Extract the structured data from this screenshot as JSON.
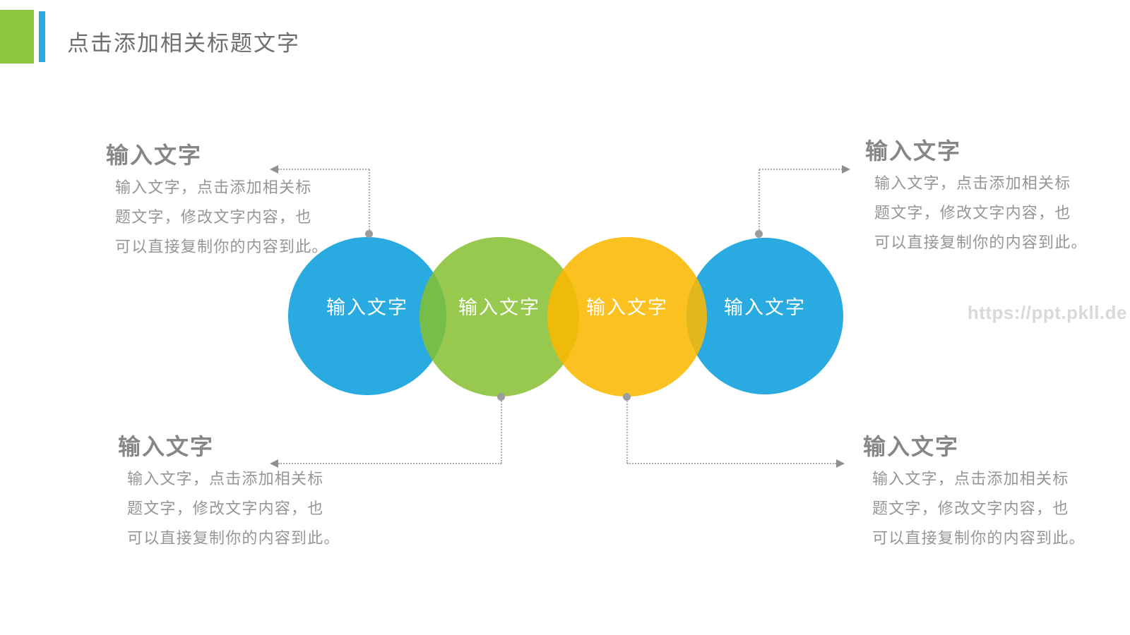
{
  "header": {
    "title": "点击添加相关标题文字"
  },
  "accents": {
    "green": "#8CC63F",
    "blue": "#29ABE2"
  },
  "watermark": "https://ppt.pkll.de",
  "circles": [
    {
      "label": "输入文字",
      "color": "#29ABE2"
    },
    {
      "label": "输入文字",
      "color": "#84C02F"
    },
    {
      "label": "输入文字",
      "color": "#FAB801"
    },
    {
      "label": "输入文字",
      "color": "#29ABE2"
    }
  ],
  "blocks": {
    "top_left": {
      "title": "输入文字",
      "lines": [
        "输入文字，点击添加相关标",
        "题文字，修改文字内容，也",
        "可以直接复制你的内容到此。"
      ]
    },
    "top_right": {
      "title": "输入文字",
      "lines": [
        "输入文字，点击添加相关标",
        "题文字，修改文字内容，也",
        "可以直接复制你的内容到此。"
      ]
    },
    "bottom_left": {
      "title": "输入文字",
      "lines": [
        "输入文字，点击添加相关标",
        "题文字，修改文字内容，也",
        "可以直接复制你的内容到此。"
      ]
    },
    "bottom_right": {
      "title": "输入文字",
      "lines": [
        "输入文字，点击添加相关标",
        "题文字，修改文字内容，也",
        "可以直接复制你的内容到此。"
      ]
    }
  }
}
